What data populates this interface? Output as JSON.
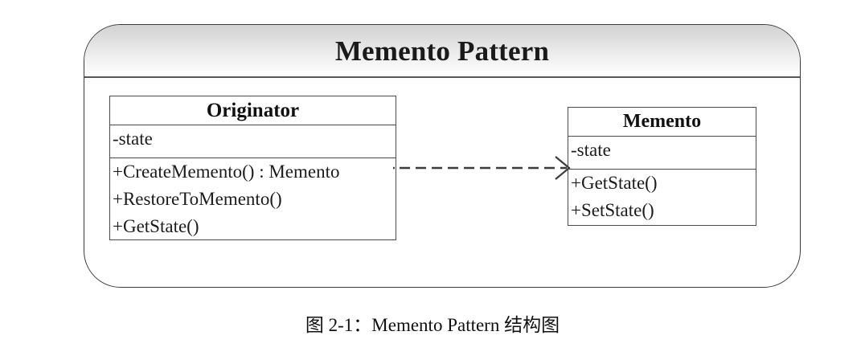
{
  "figure": {
    "pattern_title": "Memento Pattern",
    "caption": "图 2-1：Memento Pattern 结构图"
  },
  "classes": [
    {
      "id": "originator",
      "name": "Originator",
      "attributes": [
        "-state"
      ],
      "operations": [
        "+CreateMemento() : Memento",
        "+RestoreToMemento()",
        "+GetState()"
      ]
    },
    {
      "id": "memento",
      "name": "Memento",
      "attributes": [
        "-state"
      ],
      "operations": [
        "+GetState()",
        "+SetState()"
      ]
    }
  ],
  "relationship": {
    "type": "dependency",
    "style": "dashed",
    "arrowhead": "open",
    "from": "Originator",
    "to": "Memento",
    "label": ""
  },
  "colors": {
    "border": "#4a4a4a",
    "frame_border": "#3a3a3a",
    "header_gradient_top": "#d2d2d2",
    "header_gradient_bottom": "#ffffff",
    "text": "#111111",
    "background": "#ffffff"
  }
}
